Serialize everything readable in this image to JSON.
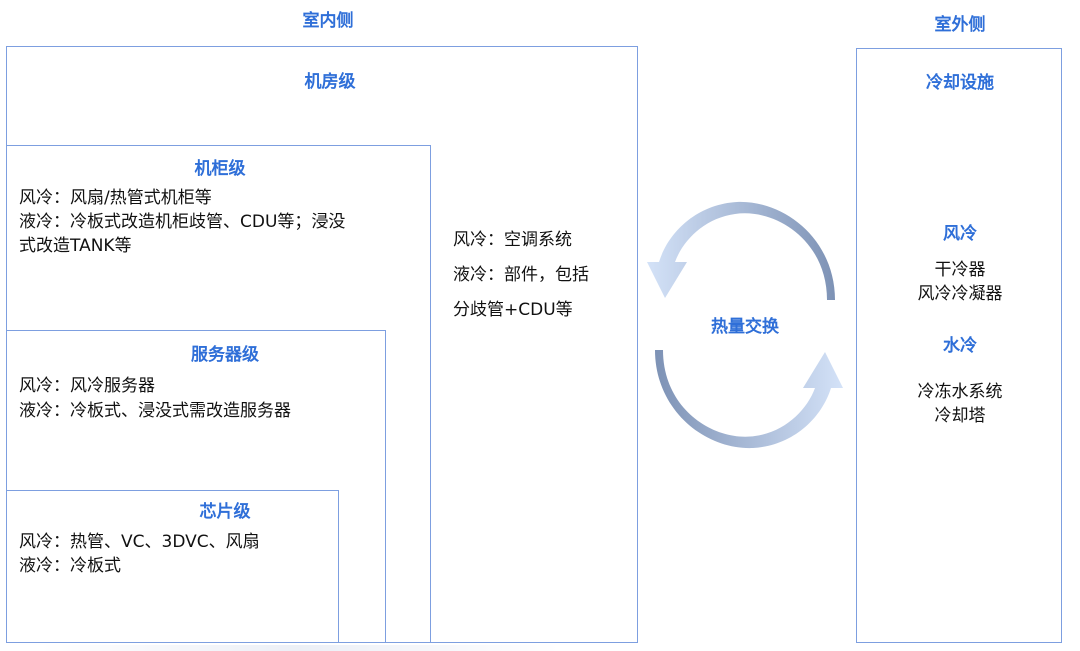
{
  "indoor": {
    "title": "室内侧",
    "room": {
      "title": "机房级",
      "air": "风冷：空调系统",
      "liquid": "液冷：部件，包括",
      "liquid_cont": "分歧管+CDU等"
    },
    "rack": {
      "title": "机柜级",
      "air": "风冷：风扇/热管式机柜等",
      "liquid_1": "液冷：冷板式改造机柜歧管、CDU等；浸没",
      "liquid_2": "式改造TANK等"
    },
    "server": {
      "title": "服务器级",
      "air": "风冷：风冷服务器",
      "liquid": "液冷：冷板式、浸没式需改造服务器"
    },
    "chip": {
      "title": "芯片级",
      "air": "风冷：热管、VC、3DVC、风扇",
      "liquid": "液冷：冷板式"
    }
  },
  "exchange": {
    "label": "热量交换"
  },
  "outdoor": {
    "title": "室外侧",
    "facility_title": "冷却设施",
    "air_title": "风冷",
    "air_items": [
      "干冷器",
      "风冷冷凝器"
    ],
    "water_title": "水冷",
    "water_items": [
      "冷冻水系统",
      "冷却塔"
    ]
  },
  "colors": {
    "accent": "#2f6fd8",
    "border": "#7d9fe0",
    "arrow_light": "#c9daf5",
    "arrow_dark": "#7f95b8"
  }
}
